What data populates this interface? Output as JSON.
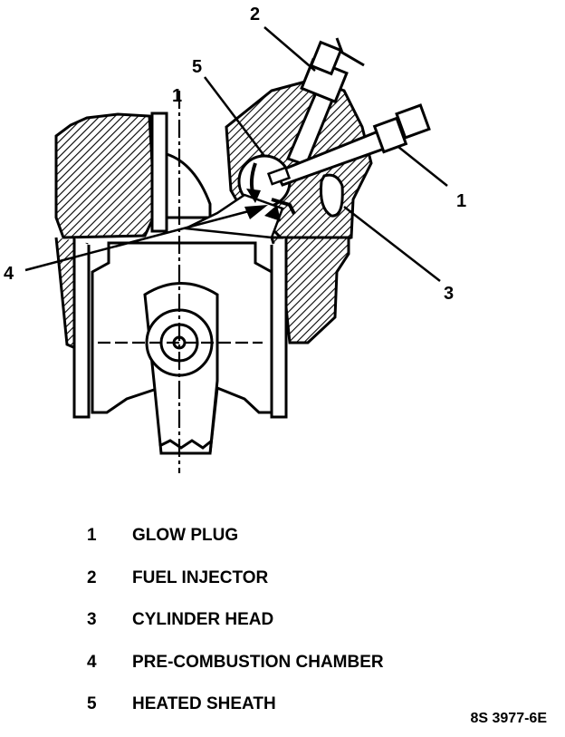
{
  "callouts": [
    "1",
    "2",
    "3",
    "4",
    "5",
    "1"
  ],
  "legend": [
    {
      "number": "1",
      "label": "GLOW PLUG"
    },
    {
      "number": "2",
      "label": "FUEL INJECTOR"
    },
    {
      "number": "3",
      "label": "CYLINDER HEAD"
    },
    {
      "number": "4",
      "label": "PRE-COMBUSTION CHAMBER"
    },
    {
      "number": "5",
      "label": "HEATED SHEATH"
    }
  ],
  "reference_code": "8S 3977-6E"
}
